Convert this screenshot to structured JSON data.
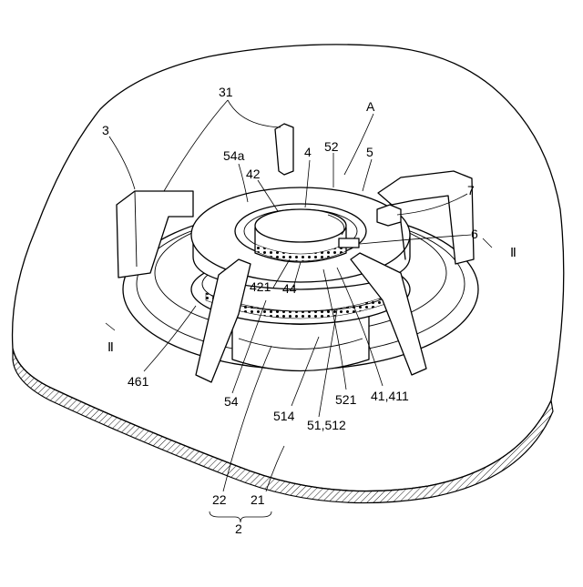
{
  "labels": {
    "l31": "31",
    "l3": "3",
    "lA": "A",
    "l4": "4",
    "l52": "52",
    "l5": "5",
    "l54a": "54a",
    "l42": "42",
    "l7": "7",
    "l6": "6",
    "lII_right": "Ⅱ",
    "lII_left": "Ⅱ",
    "l421": "421",
    "l44": "44",
    "l461": "461",
    "l54": "54",
    "l521": "521",
    "l41411": "41,411",
    "l514": "514",
    "l51512": "51,512",
    "l22": "22",
    "l21": "21",
    "l2": "2"
  }
}
